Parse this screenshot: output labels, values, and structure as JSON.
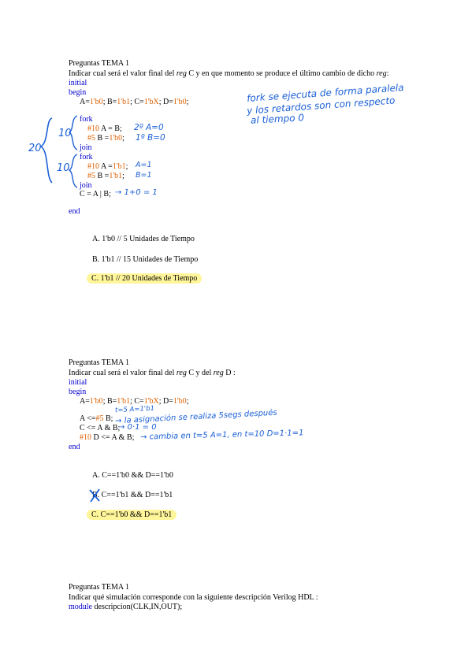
{
  "q1": {
    "header": "Preguntas  TEMA 1",
    "prompt_pre": "Indicar cual será el valor final del ",
    "reg1": "reg",
    "prompt_mid": " C y en que momento se produce el último cambio de dicho ",
    "reg2": "reg",
    "prompt_end": ":",
    "code": {
      "initial": "initial",
      "begin": "begin",
      "assign_A": "A=",
      "v0": "1'b0",
      "assign_B": "; B=",
      "v1": "1'b1",
      "assign_C": "; C=",
      "vX": "1'bX",
      "assign_D": "; D=",
      "v2": "1'b0",
      "end_semicolon": ";",
      "fork1": "fork",
      "d10a": "#10",
      "a_eq_b": " A = B;",
      "d5a": "#5",
      "b_eq": " B =",
      "b_val": "1'b0",
      "semi1": ";",
      "join1": "join",
      "fork2": "fork",
      "d10b": "#10",
      "a_eq": " A =",
      "a_val": "1'b1",
      "semi2": ";",
      "d5b": "#5",
      "b_eq2": " B =",
      "b_val2": "1'b1",
      "semi3": ";",
      "join2": "join",
      "c_line": "C = A | B;",
      "end": "end"
    },
    "options": [
      "A. 1'b0 // 5 Unidades de Tiempo",
      "B. 1'b1 // 15 Unidades de Tiempo",
      "C. 1'b1 // 20 Unidades de Tiempo"
    ],
    "handwriting": {
      "note_line1": "fork se ejecuta de forma paralela",
      "note_line2": "y los retardos son con respecto",
      "note_line3": "al tiempo 0",
      "brace_total": "20",
      "brace_top": "10",
      "brace_bottom": "10",
      "n1": "2º A=0",
      "n2": "1º B=0",
      "n3": "A=1",
      "n4": "B=1",
      "n5": "→ 1+0 = 1"
    }
  },
  "q2": {
    "header": "Preguntas  TEMA 1",
    "prompt_pre": "Indicar cual será el valor final del ",
    "reg1": "reg",
    "prompt_mid": " C y del ",
    "reg2": "reg",
    "prompt_end": " D :",
    "code": {
      "initial": "initial",
      "begin": "begin",
      "assign_A": "A=",
      "v0": "1'b0",
      "assign_B": "; B=",
      "v1": "1'b1",
      "assign_C": "; C=",
      "vX": "1'bX",
      "assign_D": "; D=",
      "v2": "1'b0",
      "end_semicolon": ";",
      "l1_pre": "A <=",
      "l1_delay": "#5",
      "l1_post": " B;",
      "l2": "C <= A & B;",
      "l3_delay": "#10",
      "l3_post": " D <= A & B;",
      "end": "end"
    },
    "options": [
      "A. C==1'b0 && D==1'b0",
      "B. C==1'b1 && D==1'b1",
      "C. C==1'b0 && D==1'b1"
    ],
    "handwriting": {
      "n0": "t=5 A=1'b1",
      "n1": "→ la asignación se realiza 5segs después",
      "n2": "→ 0·1 = 0",
      "n3": "→ cambia en t=5 A=1, en t=10  D=1·1=1"
    }
  },
  "q3": {
    "header": "Preguntas  TEMA 1",
    "prompt": "Indicar qué simulación corresponde con la siguiente descripción Verilog HDL :",
    "module_kw": "module",
    "module_rest": " descripcion(CLK,IN,OUT);"
  }
}
